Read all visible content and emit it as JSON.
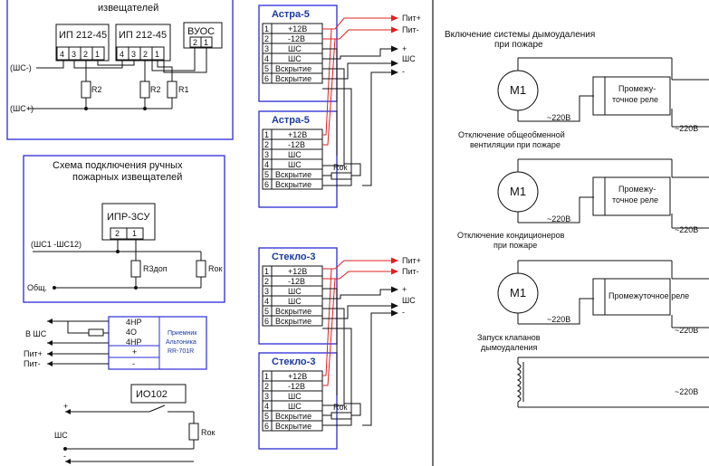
{
  "top_left": {
    "caption": "извещателей",
    "detector1": "ИП 212-45",
    "detector2": "ИП 212-45",
    "vuos": "ВУОС",
    "pins": [
      "4",
      "3",
      "2",
      "1"
    ],
    "vuos_pins": [
      "2",
      "1"
    ],
    "shs_minus": "(ШС-)",
    "shs_plus": "(ШС+)",
    "r2a": "R2",
    "r2b": "R2",
    "r1": "R1"
  },
  "manual": {
    "title_line1": "Схема подключения  ручных",
    "title_line2": "пожарных извещателей",
    "device": "ИПР-3СУ",
    "pins": [
      "2",
      "1"
    ],
    "bus_label": "(ШС1 -ШС12)",
    "r_add": "R3доп",
    "r_ok": "Rок",
    "common": "Общ."
  },
  "receiver": {
    "in_shs": "В ШС",
    "contacts": [
      "4НР",
      "4О",
      "4НР"
    ],
    "plus": "+",
    "minus": "-",
    "name_line1": "Приемник",
    "name_line2": "Альтоника",
    "name_line3": "RR-701R",
    "pit_plus": "Пит+",
    "pit_minus": "Пит-"
  },
  "io102": {
    "name": "ИО102",
    "plus": "+",
    "shs": "ШС",
    "minus": "-",
    "r_ok": "Rок"
  },
  "blocks": [
    {
      "title": "Астра-5",
      "rows": [
        [
          "1",
          "+12В"
        ],
        [
          "2",
          "-12В"
        ],
        [
          "3",
          "ШС"
        ],
        [
          "4",
          "ШС"
        ],
        [
          "5",
          "Вскрытие"
        ],
        [
          "6",
          "Вскрытие"
        ]
      ]
    },
    {
      "title": "Астра-5",
      "rows": [
        [
          "1",
          "+12В"
        ],
        [
          "2",
          "-12В"
        ],
        [
          "3",
          "ШС"
        ],
        [
          "4",
          "ШС"
        ],
        [
          "5",
          "Вскрытие"
        ],
        [
          "6",
          "Вскрытие"
        ]
      ]
    },
    {
      "title": "Стекло-3",
      "rows": [
        [
          "1",
          "+12В"
        ],
        [
          "2",
          "-12В"
        ],
        [
          "3",
          "ШС"
        ],
        [
          "4",
          "ШС"
        ],
        [
          "5",
          "Вскрытие"
        ],
        [
          "6",
          "Вскрытие"
        ]
      ]
    },
    {
      "title": "Стекло-3",
      "rows": [
        [
          "1",
          "+12В"
        ],
        [
          "2",
          "-12В"
        ],
        [
          "3",
          "ШС"
        ],
        [
          "4",
          "ШС"
        ],
        [
          "5",
          "Вскрытие"
        ],
        [
          "6",
          "Вскрытие"
        ]
      ]
    }
  ],
  "mid_labels": {
    "pit_plus_1": "Пит+",
    "pit_minus_1": "Пит-",
    "plus_1": "+",
    "shs_1": "ШС",
    "minus_1": "-",
    "rok_1": "Rок",
    "pit_plus_2": "Пит+",
    "pit_minus_2": "Пит-",
    "plus_2": "+",
    "shs_2": "ШС",
    "minus_2": "-",
    "rok_2": "Rок"
  },
  "right": {
    "s1_line1": "Включение системы дымоудаления",
    "s1_line2": "при пожаре",
    "s2_line1": "Отключение общеобменной",
    "s2_line2": "вентиляции при пожаре",
    "s3_line1": "Отключение кондиционеров",
    "s3_line2": "при пожаре",
    "s4_line1": "Запуск клапанов",
    "s4_line2": "дымоудаления",
    "motor": "М1",
    "relay_line1": "Промежу-",
    "relay_line2": "точное реле",
    "relay_single": "Промежуточное реле",
    "voltage": "~220В"
  },
  "colors": {
    "frame": "#2b2bd6",
    "title": "#1a3aa0",
    "red": "#e02020",
    "wire": "#111111"
  }
}
